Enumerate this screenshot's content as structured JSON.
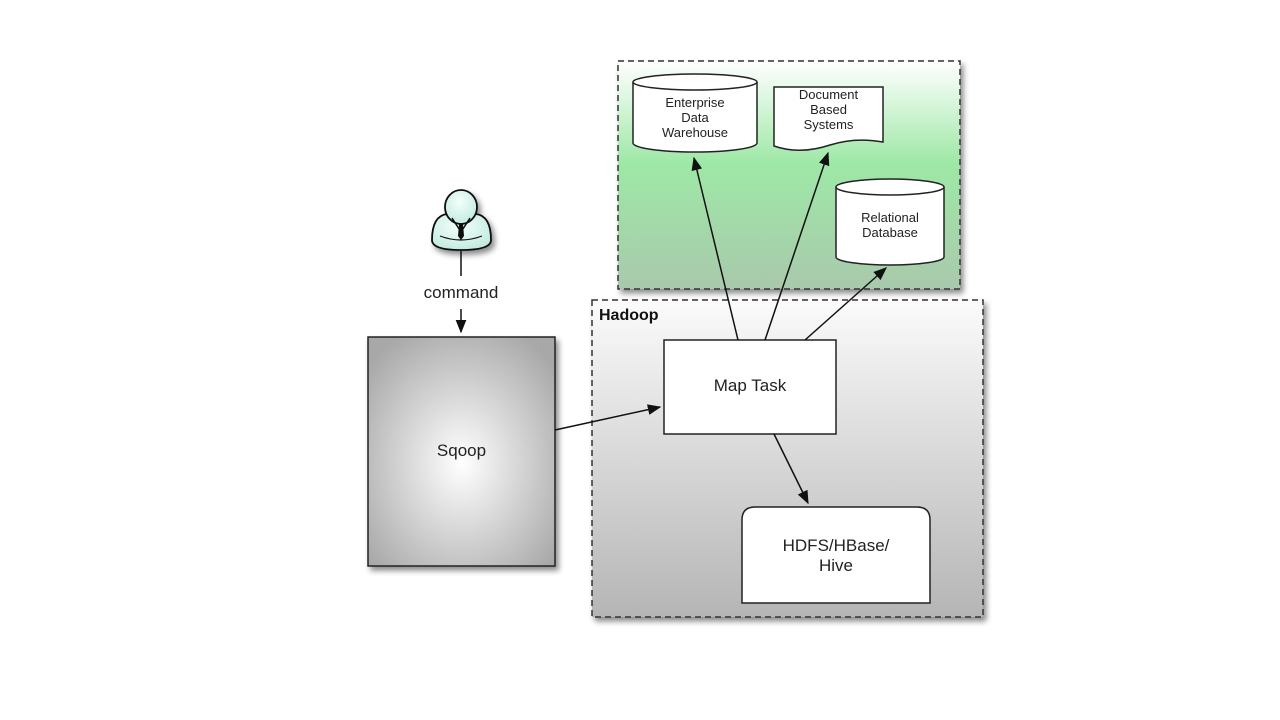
{
  "diagram": {
    "actor": {
      "icon": "user-icon",
      "edge_label": "command"
    },
    "nodes": {
      "sqoop": "Sqoop",
      "hadoop_group": "Hadoop",
      "map_task": "Map Task",
      "hdfs": "HDFS/HBase/\nHive",
      "edw": "Enterprise\nData\nWarehouse",
      "doc": "Document\nBased\nSystems",
      "rdb": "Relational\nDatabase"
    },
    "colors": {
      "external_group_top": "#ffffff",
      "external_group_bottom": "#90e59a",
      "hadoop_group_top": "#fafafa",
      "hadoop_group_bottom": "#b8b8b8",
      "actor_fill": "#d9f5ee"
    },
    "edges": [
      {
        "from": "actor",
        "to": "sqoop",
        "label": "command"
      },
      {
        "from": "sqoop",
        "to": "map_task"
      },
      {
        "from": "map_task",
        "to": "edw"
      },
      {
        "from": "map_task",
        "to": "doc"
      },
      {
        "from": "map_task",
        "to": "rdb"
      },
      {
        "from": "map_task",
        "to": "hdfs"
      }
    ]
  }
}
